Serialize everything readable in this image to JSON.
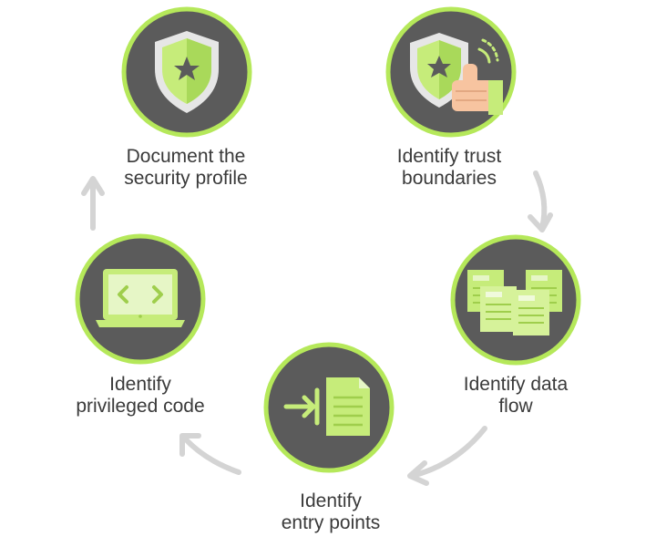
{
  "diagram": {
    "steps": [
      {
        "id": "document",
        "line1": "Document the",
        "line2": "security profile",
        "icon": "shield-star-icon"
      },
      {
        "id": "trust",
        "line1": "Identify trust",
        "line2": "boundaries",
        "icon": "shield-thumbs-up-icon"
      },
      {
        "id": "dataflow",
        "line1": "Identify data",
        "line2": "flow",
        "icon": "documents-icon"
      },
      {
        "id": "entry",
        "line1": "Identify",
        "line2": "entry points",
        "icon": "enter-document-icon"
      },
      {
        "id": "privileged",
        "line1": "Identify",
        "line2": "privileged code",
        "icon": "laptop-code-icon"
      }
    ]
  },
  "colors": {
    "accent_green": "#c6ec7a",
    "ring_green": "#b5e85a",
    "dark_fill": "#5b5b5b",
    "arrow_gray": "#d4d4d4",
    "text": "#3a3a3a"
  }
}
